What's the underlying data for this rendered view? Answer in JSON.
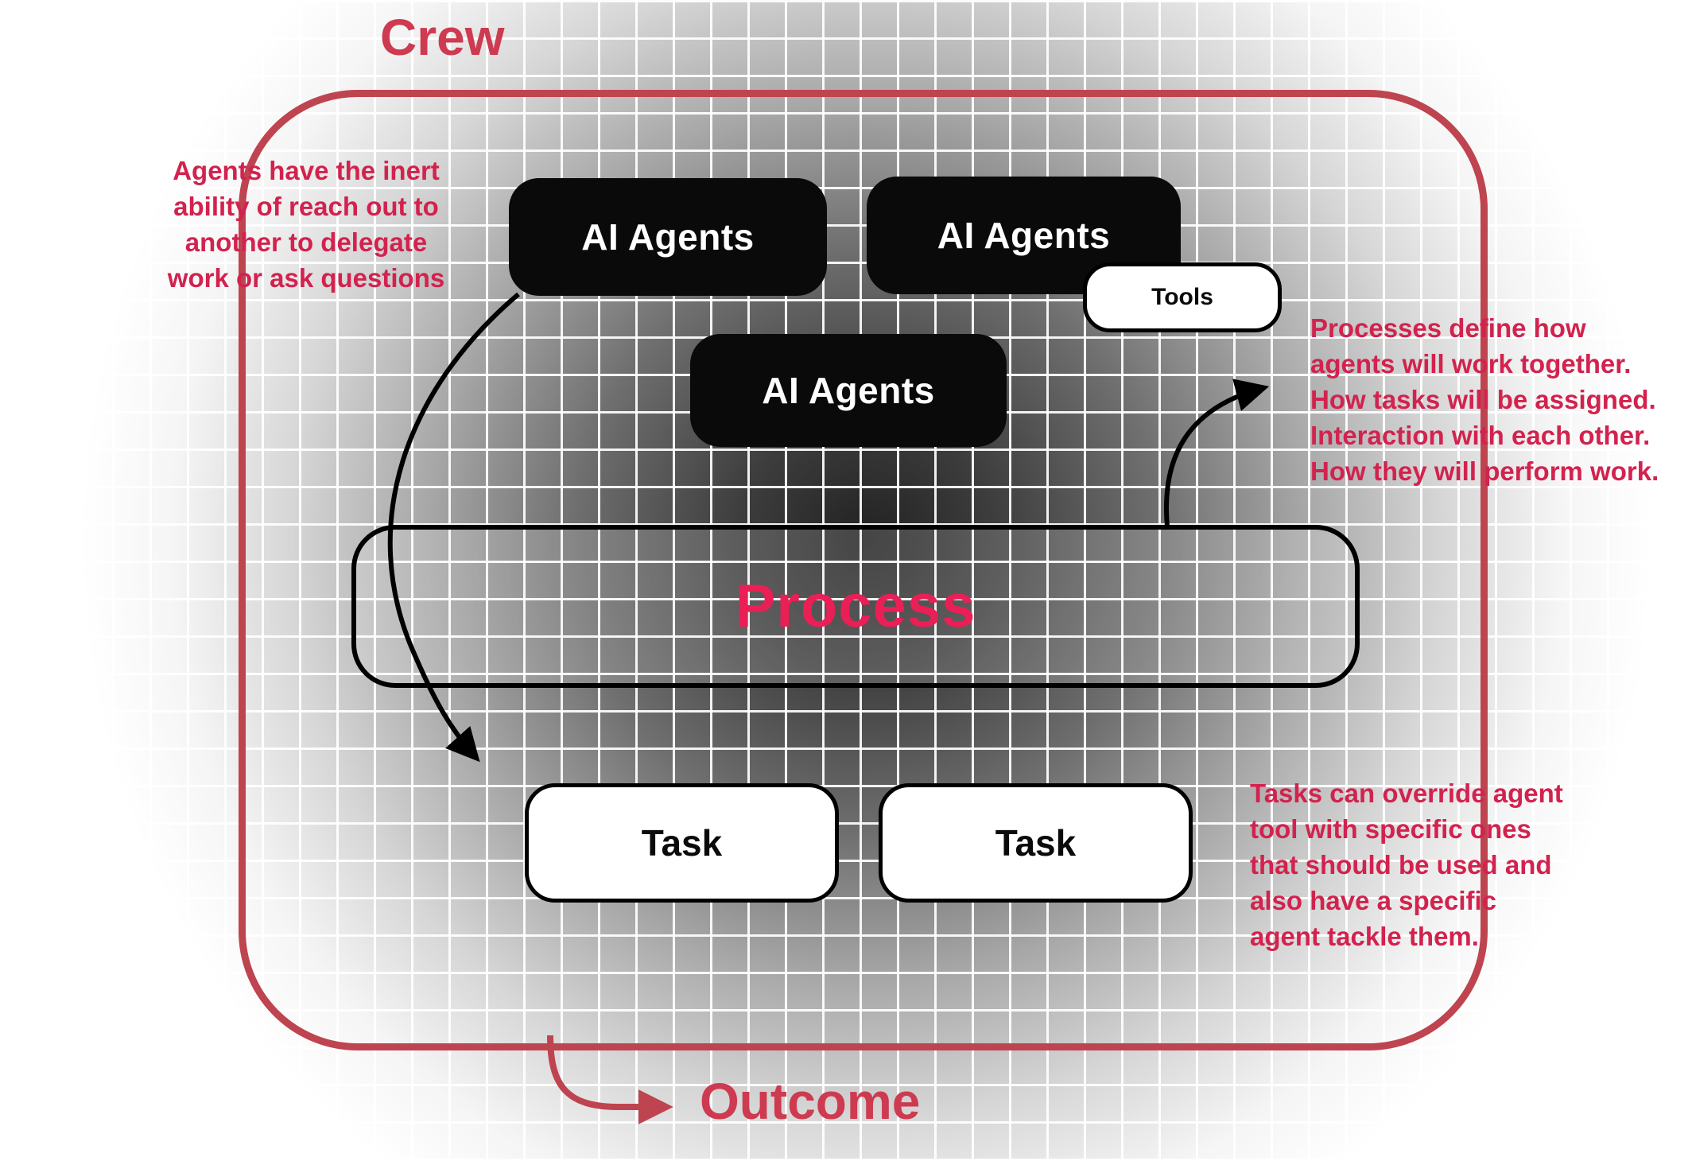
{
  "titles": {
    "crew": "Crew",
    "outcome": "Outcome"
  },
  "nodes": {
    "agent1": "AI Agents",
    "agent2": "AI Agents",
    "agent3": "AI Agents",
    "tools": "Tools",
    "process": "Process",
    "task1": "Task",
    "task2": "Task"
  },
  "annotations": {
    "left": [
      "Agents have the inert",
      "ability of reach out to",
      "another to delegate",
      "work or ask questions"
    ],
    "right_top": [
      "Processes define how",
      "agents will work together.",
      "How tasks will be assigned.",
      "Interaction with each other.",
      "How they will perform work."
    ],
    "right_bottom": [
      "Tasks can override agent",
      "tool with specific ones",
      "that should be used and",
      "also have a specific",
      "agent tackle them."
    ]
  },
  "colors": {
    "border_red": "#BE4450",
    "heading_red": "#CE3A50",
    "annotation_red": "#D2224E",
    "process_red": "#E91F56",
    "box_black": "#0A0A0A"
  }
}
